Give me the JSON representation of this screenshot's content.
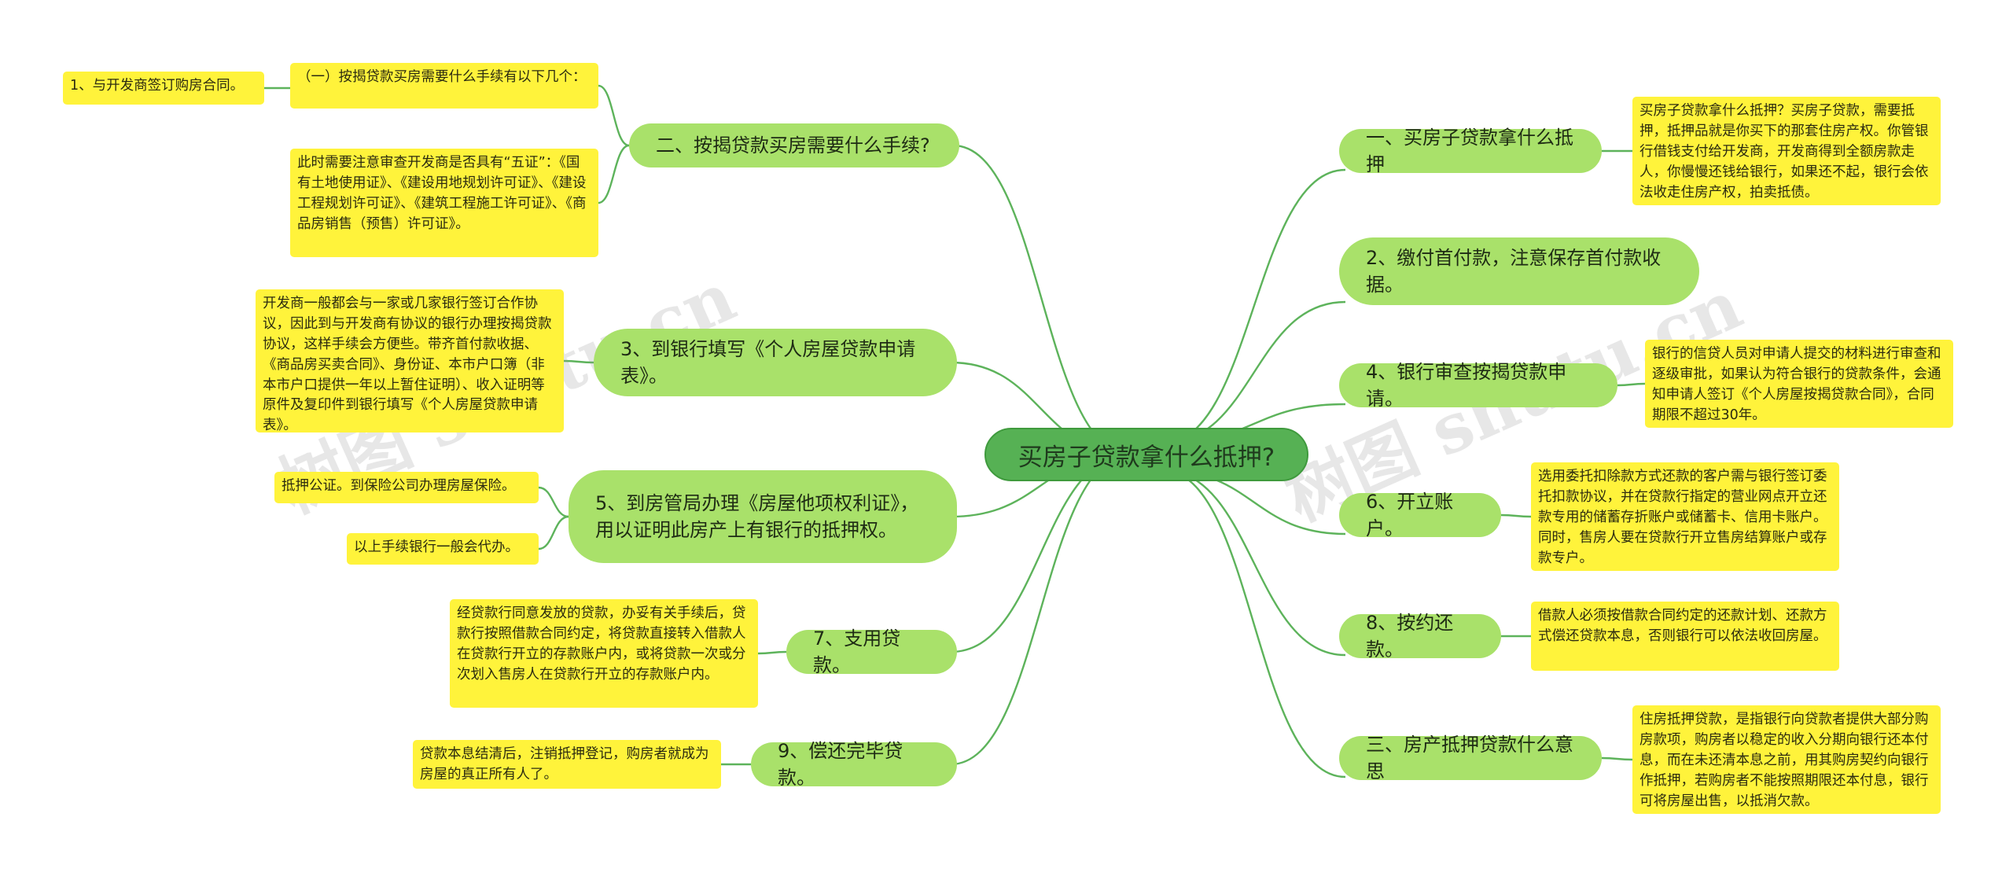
{
  "root": {
    "label": "买房子贷款拿什么抵押?"
  },
  "branches": {
    "b1": "一、买房子贷款拿什么抵押",
    "b2": "2、缴付首付款，注意保存首付款收据。",
    "b3": "4、银行审查按揭贷款申请。",
    "b4": "6、开立账户。",
    "b5": "8、按约还款。",
    "b6": "三、房产抵押贷款什么意思",
    "b7": "二、按揭贷款买房需要什么手续?",
    "b8": "3、到银行填写《个人房屋贷款申请表》。",
    "b9": "5、到房管局办理《房屋他项权利证》，用以证明此房产上有银行的抵押权。",
    "b10": "7、支用贷款。",
    "b11": "9、偿还完毕贷款。"
  },
  "leaves": {
    "l1": "买房子贷款拿什么抵押？买房子贷款，需要抵押，抵押品就是你买下的那套住房产权。你管银行借钱支付给开发商，开发商得到全额房款走人，你慢慢还钱给银行，如果还不起，银行会依法收走住房产权，拍卖抵债。",
    "l2": "银行的信贷人员对申请人提交的材料进行审查和逐级审批，如果认为符合银行的贷款条件，会通知申请人签订《个人房屋按揭贷款合同》，合同期限不超过30年。",
    "l3": "选用委托扣除款方式还款的客户需与银行签订委托扣款协议，并在贷款行指定的营业网点开立还款专用的储蓄存折账户或储蓄卡、信用卡账户。同时，售房人要在贷款行开立售房结算账户或存款专户。",
    "l4": "借款人必须按借款合同约定的还款计划、还款方式偿还贷款本息，否则银行可以依法收回房屋。",
    "l5": "住房抵押贷款，是指银行向贷款者提供大部分购房款项，购房者以稳定的收入分期向银行还本付息，而在未还清本息之前，用其购房契约向银行作抵押，若购房者不能按照期限还本付息，银行可将房屋出售，以抵消欠款。",
    "l6": "（一）按揭贷款买房需要什么手续有以下几个：",
    "l7": "此时需要注意审查开发商是否具有“五证”：《国有土地使用证》、《建设用地规划许可证》、《建设工程规划许可证》、《建筑工程施工许可证》、《商品房销售（预售）许可证》。",
    "l8": "1、与开发商签订购房合同。",
    "l9": "开发商一般都会与一家或几家银行签订合作协议，因此到与开发商有协议的银行办理按揭贷款协议，这样手续会方便些。带齐首付款收据、《商品房买卖合同》、身份证、本市户口簿（非本市户口提供一年以上暂住证明）、收入证明等原件及复印件到银行填写《个人房屋贷款申请表》。",
    "l10": "抵押公证。到保险公司办理房屋保险。",
    "l11": "以上手续银行一般会代办。",
    "l12": "经贷款行同意发放的贷款，办妥有关手续后，贷款行按照借款合同约定，将贷款直接转入借款人在贷款行开立的存款账户内，或将贷款一次或分次划入售房人在贷款行开立的存款账户内。",
    "l13": "贷款本息结清后，注销抵押登记，购房者就成为房屋的真正所有人了。"
  },
  "watermarks": [
    "树图 shutu.cn",
    "树图 shutu.cn"
  ],
  "colors": {
    "root_fill": "#56b154",
    "branch_fill": "#a9e16a",
    "leaf_fill": "#fff33b",
    "connector": "#5db35b"
  }
}
